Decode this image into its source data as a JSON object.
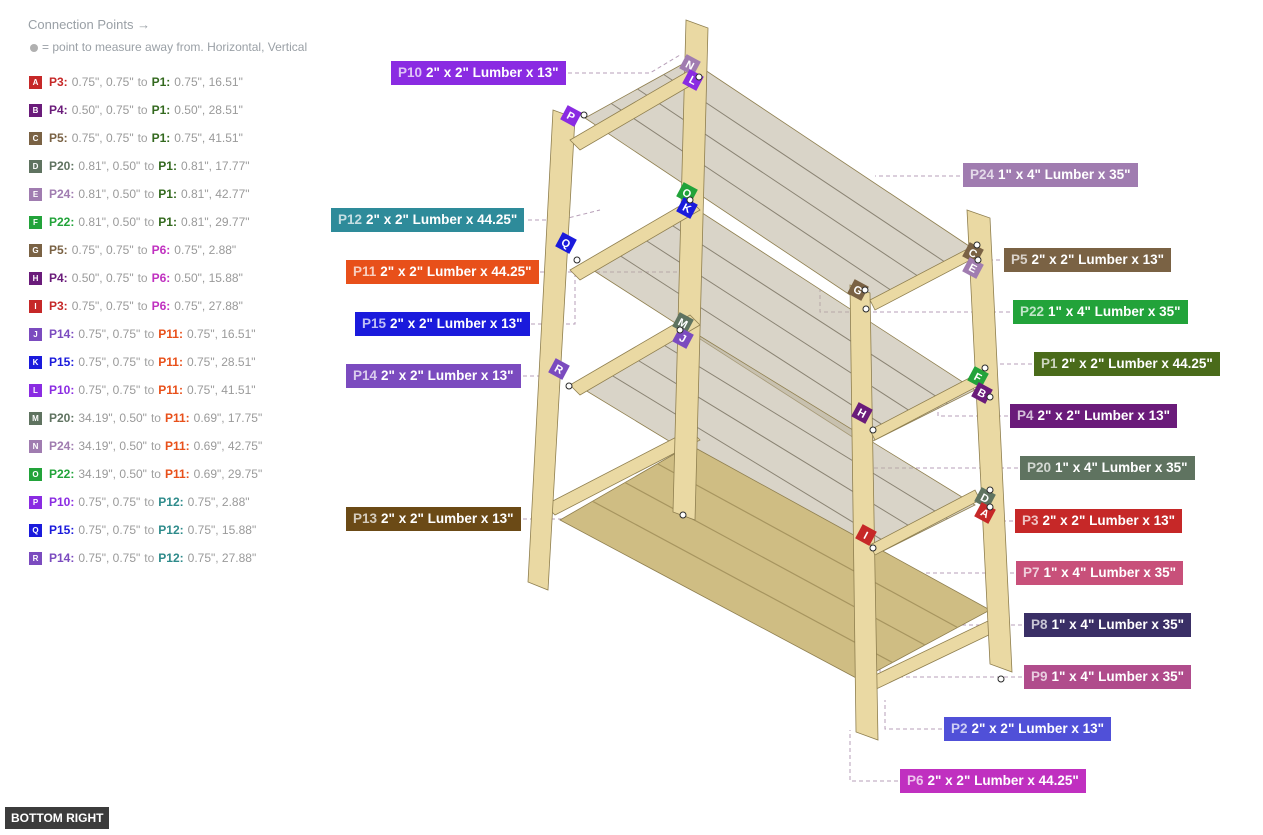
{
  "connection_points": {
    "title": "Connection Points →",
    "note": "= point to measure away from. Horizontal, Vertical",
    "to_word": "to",
    "items": [
      {
        "letter": "A",
        "color": "#c62828",
        "a_id": "P3:",
        "a_val": "0.75\", 0.75\"",
        "a_color": "#c62828",
        "b_id": "P1:",
        "b_val": "0.75\", 16.51\"",
        "b_color": "#33691e"
      },
      {
        "letter": "B",
        "color": "#6a1b7a",
        "a_id": "P4:",
        "a_val": "0.50\", 0.75\"",
        "a_color": "#6a1b7a",
        "b_id": "P1:",
        "b_val": "0.50\", 28.51\"",
        "b_color": "#33691e"
      },
      {
        "letter": "C",
        "color": "#7a6244",
        "a_id": "P5:",
        "a_val": "0.75\", 0.75\"",
        "a_color": "#7a6244",
        "b_id": "P1:",
        "b_val": "0.75\", 41.51\"",
        "b_color": "#33691e"
      },
      {
        "letter": "D",
        "color": "#5f7360",
        "a_id": "P20:",
        "a_val": "0.81\", 0.50\"",
        "a_color": "#5f7360",
        "b_id": "P1:",
        "b_val": "0.81\", 17.77\"",
        "b_color": "#33691e"
      },
      {
        "letter": "E",
        "color": "#a07cb0",
        "a_id": "P24:",
        "a_val": "0.81\", 0.50\"",
        "a_color": "#a07cb0",
        "b_id": "P1:",
        "b_val": "0.81\", 42.77\"",
        "b_color": "#33691e"
      },
      {
        "letter": "F",
        "color": "#22a33a",
        "a_id": "P22:",
        "a_val": "0.81\", 0.50\"",
        "a_color": "#22a33a",
        "b_id": "P1:",
        "b_val": "0.81\", 29.77\"",
        "b_color": "#33691e"
      },
      {
        "letter": "G",
        "color": "#7a6244",
        "a_id": "P5:",
        "a_val": "0.75\", 0.75\"",
        "a_color": "#7a6244",
        "b_id": "P6:",
        "b_val": "0.75\", 2.88\"",
        "b_color": "#c030c0"
      },
      {
        "letter": "H",
        "color": "#6a1b7a",
        "a_id": "P4:",
        "a_val": "0.50\", 0.75\"",
        "a_color": "#6a1b7a",
        "b_id": "P6:",
        "b_val": "0.50\", 15.88\"",
        "b_color": "#c030c0"
      },
      {
        "letter": "I",
        "color": "#c62828",
        "a_id": "P3:",
        "a_val": "0.75\", 0.75\"",
        "a_color": "#c62828",
        "b_id": "P6:",
        "b_val": "0.75\", 27.88\"",
        "b_color": "#c030c0"
      },
      {
        "letter": "J",
        "color": "#7b4bbf",
        "a_id": "P14:",
        "a_val": "0.75\", 0.75\"",
        "a_color": "#7b4bbf",
        "b_id": "P11:",
        "b_val": "0.75\", 16.51\"",
        "b_color": "#e8501a"
      },
      {
        "letter": "K",
        "color": "#1a1adc",
        "a_id": "P15:",
        "a_val": "0.75\", 0.75\"",
        "a_color": "#1a1adc",
        "b_id": "P11:",
        "b_val": "0.75\", 28.51\"",
        "b_color": "#e8501a"
      },
      {
        "letter": "L",
        "color": "#8a2be2",
        "a_id": "P10:",
        "a_val": "0.75\", 0.75\"",
        "a_color": "#8a2be2",
        "b_id": "P11:",
        "b_val": "0.75\", 41.51\"",
        "b_color": "#e8501a"
      },
      {
        "letter": "M",
        "color": "#5f7360",
        "a_id": "P20:",
        "a_val": "34.19\", 0.50\"",
        "a_color": "#5f7360",
        "b_id": "P11:",
        "b_val": "0.69\", 17.75\"",
        "b_color": "#e8501a"
      },
      {
        "letter": "N",
        "color": "#a07cb0",
        "a_id": "P24:",
        "a_val": "34.19\", 0.50\"",
        "a_color": "#a07cb0",
        "b_id": "P11:",
        "b_val": "0.69\", 42.75\"",
        "b_color": "#e8501a"
      },
      {
        "letter": "O",
        "color": "#22a33a",
        "a_id": "P22:",
        "a_val": "34.19\", 0.50\"",
        "a_color": "#22a33a",
        "b_id": "P11:",
        "b_val": "0.69\", 29.75\"",
        "b_color": "#e8501a"
      },
      {
        "letter": "P",
        "color": "#8a2be2",
        "a_id": "P10:",
        "a_val": "0.75\", 0.75\"",
        "a_color": "#8a2be2",
        "b_id": "P12:",
        "b_val": "0.75\", 2.88\"",
        "b_color": "#2e8b8b"
      },
      {
        "letter": "Q",
        "color": "#1a1adc",
        "a_id": "P15:",
        "a_val": "0.75\", 0.75\"",
        "a_color": "#1a1adc",
        "b_id": "P12:",
        "b_val": "0.75\", 15.88\"",
        "b_color": "#2e8b8b"
      },
      {
        "letter": "R",
        "color": "#7b4bbf",
        "a_id": "P14:",
        "a_val": "0.75\", 0.75\"",
        "a_color": "#7b4bbf",
        "b_id": "P12:",
        "b_val": "0.75\", 27.88\"",
        "b_color": "#2e8b8b"
      }
    ]
  },
  "part_labels": [
    {
      "id": "P10",
      "desc": "2\" x 2\" Lumber x 13\"",
      "color": "#8a2be2"
    },
    {
      "id": "P24",
      "desc": "1\" x 4\" Lumber  x 35\"",
      "color": "#a07cb0"
    },
    {
      "id": "P12",
      "desc": "2\" x 2\" Lumber x 44.25\"",
      "color": "#2e8b9a"
    },
    {
      "id": "P5",
      "desc": "2\" x 2\" Lumber x 13\"",
      "color": "#7a6244"
    },
    {
      "id": "P11",
      "desc": "2\" x 2\" Lumber x 44.25\"",
      "color": "#e8501a"
    },
    {
      "id": "P22",
      "desc": "1\" x 4\" Lumber  x 35\"",
      "color": "#22a33a"
    },
    {
      "id": "P15",
      "desc": "2\" x 2\" Lumber x 13\"",
      "color": "#1a1adc"
    },
    {
      "id": "P1",
      "desc": "2\" x 2\" Lumber x 44.25\"",
      "color": "#4a6b1a"
    },
    {
      "id": "P14",
      "desc": "2\" x 2\" Lumber x 13\"",
      "color": "#7b4bbf"
    },
    {
      "id": "P4",
      "desc": "2\" x 2\" Lumber x 13\"",
      "color": "#6a1b7a"
    },
    {
      "id": "P20",
      "desc": "1\" x 4\" Lumber  x 35\"",
      "color": "#5f7360"
    },
    {
      "id": "P13",
      "desc": "2\" x 2\" Lumber x 13\"",
      "color": "#6b4a16"
    },
    {
      "id": "P3",
      "desc": "2\" x 2\" Lumber x 13\"",
      "color": "#c62828"
    },
    {
      "id": "P7",
      "desc": "1\" x 4\" Lumber  x 35\"",
      "color": "#c8507a"
    },
    {
      "id": "P8",
      "desc": "1\" x 4\" Lumber  x 35\"",
      "color": "#3a2f66"
    },
    {
      "id": "P9",
      "desc": "1\" x 4\" Lumber  x 35\"",
      "color": "#b04c8c"
    },
    {
      "id": "P2",
      "desc": "2\" x 2\" Lumber x 13\"",
      "color": "#5050d8"
    },
    {
      "id": "P6",
      "desc": "2\" x 2\" Lumber x 44.25\"",
      "color": "#c030c0"
    }
  ],
  "diagram_badges": [
    "N",
    "L",
    "P",
    "O",
    "K",
    "Q",
    "C",
    "E",
    "G",
    "F",
    "B",
    "M",
    "J",
    "R",
    "H",
    "D",
    "A",
    "I"
  ],
  "view_button": "BOTTOM RIGHT",
  "colors": {
    "wood": "#ead9a3",
    "wood_dark": "#cfbd83",
    "shelf": "#b9b09a",
    "edge": "#8f7f4f"
  }
}
